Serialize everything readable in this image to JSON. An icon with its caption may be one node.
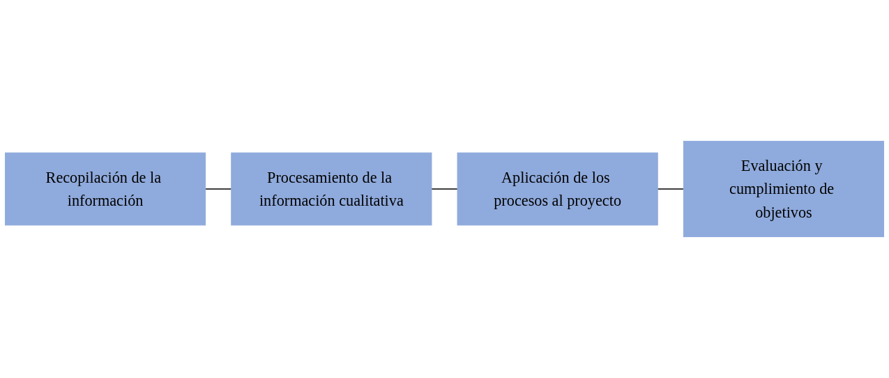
{
  "diagram": {
    "nodes": [
      {
        "text": [
          "Recopilación de la información"
        ]
      },
      {
        "text": [
          "Procesamiento de la información cualitativa"
        ]
      },
      {
        "text": [
          "Aplicación de los procesos al proyecto"
        ]
      },
      {
        "text": [
          "Evaluación y cumplimiento de objetivos"
        ]
      }
    ],
    "edges": [
      {
        "from": 0,
        "to": 1,
        "arrow": "none"
      },
      {
        "from": 1,
        "to": 2,
        "arrow": "none"
      },
      {
        "from": 2,
        "to": 3,
        "arrow": "none"
      }
    ]
  }
}
